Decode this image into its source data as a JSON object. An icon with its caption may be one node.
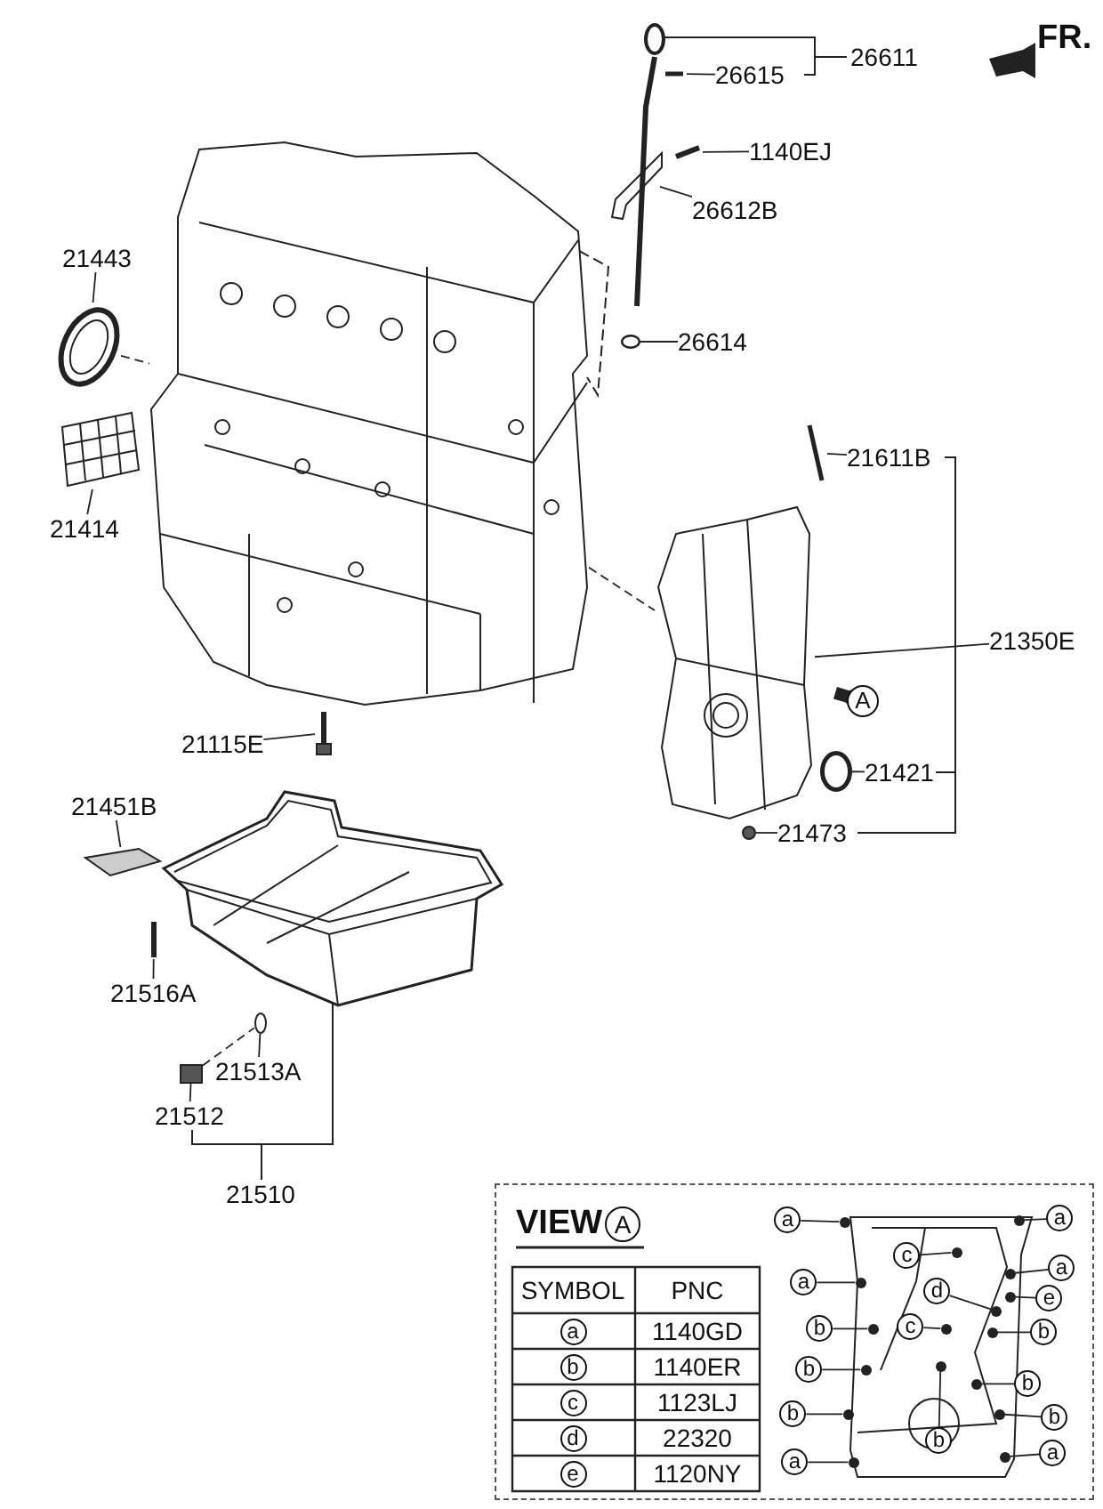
{
  "diagram": {
    "nodes": [
      {
        "text": [
          "26611"
        ]
      },
      {
        "text": [
          "26615"
        ]
      },
      {
        "text": [
          "1140EJ"
        ]
      },
      {
        "text": [
          "26612B"
        ]
      },
      {
        "text": [
          "26614"
        ]
      },
      {
        "text": [
          "21443"
        ]
      },
      {
        "text": [
          "21414"
        ]
      },
      {
        "text": [
          "21115E"
        ]
      },
      {
        "text": [
          "21611B"
        ]
      },
      {
        "text": [
          "21350E"
        ]
      },
      {
        "text": [
          "21421"
        ]
      },
      {
        "text": [
          "21473"
        ]
      },
      {
        "text": [
          "21451B"
        ]
      },
      {
        "text": [
          "21516A"
        ]
      },
      {
        "text": [
          "21513A"
        ]
      },
      {
        "text": [
          "21512"
        ]
      },
      {
        "text": [
          "21510"
        ]
      },
      {
        "text": [
          "VIEW",
          "A"
        ]
      },
      {
        "text": [
          "a"
        ],
        "in": 17
      },
      {
        "text": [
          "a"
        ],
        "in": 17
      },
      {
        "text": [
          "c"
        ],
        "in": 17
      },
      {
        "text": [
          "a"
        ],
        "in": 17
      },
      {
        "text": [
          "a"
        ],
        "in": 17
      },
      {
        "text": [
          "d"
        ],
        "in": 17
      },
      {
        "text": [
          "e"
        ],
        "in": 17
      },
      {
        "text": [
          "b"
        ],
        "in": 17
      },
      {
        "text": [
          "c"
        ],
        "in": 17
      },
      {
        "text": [
          "b"
        ],
        "in": 17
      },
      {
        "text": [
          "b"
        ],
        "in": 17
      },
      {
        "text": [
          "b"
        ],
        "in": 17
      },
      {
        "text": [
          "b"
        ],
        "in": 17
      },
      {
        "text": [
          "b"
        ],
        "in": 17
      },
      {
        "text": [
          "b"
        ],
        "in": 17
      },
      {
        "text": [
          "a"
        ],
        "in": 17
      },
      {
        "text": [
          "a"
        ],
        "in": 17
      },
      {
        "text": [],
        "shape": "picture"
      },
      {
        "text": [],
        "shape": "picture"
      },
      {
        "text": [],
        "shape": "picture"
      },
      {
        "text": [],
        "shape": "circle"
      },
      {
        "text": [],
        "shape": "picture"
      },
      {
        "text": [],
        "shape": "picture"
      },
      {
        "text": [],
        "shape": "picture"
      },
      {
        "text": [],
        "shape": "picture"
      },
      {
        "text": [],
        "shape": "picture"
      },
      {
        "text": [],
        "shape": "circle"
      },
      {
        "text": [],
        "shape": "circle"
      },
      {
        "text": [],
        "shape": "picture"
      },
      {
        "text": [],
        "shape": "picture"
      },
      {
        "text": [],
        "shape": "circle"
      },
      {
        "text": [],
        "shape": "box"
      },
      {
        "text": [],
        "shape": "circle",
        "in": 17
      },
      {
        "text": [],
        "shape": "circle",
        "in": 17
      },
      {
        "text": [],
        "shape": "circle",
        "in": 17
      },
      {
        "text": [],
        "shape": "circle",
        "in": 17
      },
      {
        "text": [],
        "shape": "circle",
        "in": 17
      },
      {
        "text": [],
        "shape": "circle",
        "in": 17
      },
      {
        "text": [],
        "shape": "circle",
        "in": 17
      },
      {
        "text": [],
        "shape": "circle",
        "in": 17
      },
      {
        "text": [],
        "shape": "circle",
        "in": 17
      },
      {
        "text": [],
        "shape": "circle",
        "in": 17
      },
      {
        "text": [],
        "shape": "circle",
        "in": 17
      },
      {
        "text": [],
        "shape": "circle",
        "in": 17
      },
      {
        "text": [],
        "shape": "circle",
        "in": 17
      },
      {
        "text": [],
        "shape": "circle",
        "in": 17
      },
      {
        "text": [],
        "shape": "circle",
        "in": 17
      },
      {
        "text": [],
        "shape": "circle",
        "in": 17
      },
      {
        "text": [],
        "shape": "circle",
        "in": 17
      },
      {
        "text": [
          "A"
        ]
      },
      {
        "text": [],
        "shape": "picture"
      },
      {
        "text": [],
        "shape": "picture"
      }
    ],
    "edges": [
      {
        "from": 1,
        "to": 35,
        "arrow": "none"
      },
      {
        "from": 2,
        "to": 36,
        "arrow": "none"
      },
      {
        "from": 3,
        "to": 37,
        "arrow": "none"
      },
      {
        "from": 4,
        "to": 38,
        "arrow": "none"
      },
      {
        "from": 5,
        "to": 39,
        "arrow": "none"
      },
      {
        "from": 6,
        "to": 40,
        "arrow": "none"
      },
      {
        "from": 7,
        "to": 41,
        "arrow": "none"
      },
      {
        "from": 8,
        "to": 42,
        "arrow": "none"
      },
      {
        "from": 9,
        "to": 43,
        "arrow": "none"
      },
      {
        "from": 10,
        "to": 44,
        "arrow": "none"
      },
      {
        "from": 11,
        "to": 45,
        "arrow": "none"
      },
      {
        "from": 12,
        "to": 46,
        "arrow": "none"
      },
      {
        "from": 13,
        "to": 47,
        "arrow": "none"
      },
      {
        "from": 14,
        "to": 48,
        "arrow": "none"
      },
      {
        "from": 15,
        "to": 49,
        "arrow": "none"
      },
      {
        "from": 18,
        "to": 50,
        "arrow": "none"
      },
      {
        "from": 19,
        "to": 51,
        "arrow": "none"
      },
      {
        "from": 20,
        "to": 52,
        "arrow": "none"
      },
      {
        "from": 21,
        "to": 53,
        "arrow": "none"
      },
      {
        "from": 22,
        "to": 54,
        "arrow": "none"
      },
      {
        "from": 23,
        "to": 55,
        "arrow": "none"
      },
      {
        "from": 24,
        "to": 56,
        "arrow": "none"
      },
      {
        "from": 25,
        "to": 57,
        "arrow": "none"
      },
      {
        "from": 26,
        "to": 58,
        "arrow": "none"
      },
      {
        "from": 27,
        "to": 59,
        "arrow": "none"
      },
      {
        "from": 28,
        "to": 60,
        "arrow": "none"
      },
      {
        "from": 29,
        "to": 61,
        "arrow": "none"
      },
      {
        "from": 30,
        "to": 62,
        "arrow": "none"
      },
      {
        "from": 31,
        "to": 63,
        "arrow": "none"
      },
      {
        "from": 32,
        "to": 64,
        "arrow": "none"
      },
      {
        "from": 33,
        "to": 65,
        "arrow": "none"
      },
      {
        "from": 34,
        "to": 66,
        "arrow": "none"
      },
      {
        "from": 67,
        "to": 43,
        "arrow": "to",
        "style": "thick"
      },
      {
        "from": 49,
        "to": 48,
        "arrow": "none",
        "style": "dashed"
      },
      {
        "from": 39,
        "to": 69,
        "arrow": "none",
        "style": "dashed"
      },
      {
        "from": 69,
        "to": 43,
        "arrow": "none",
        "style": "dashed"
      }
    ],
    "labels": [
      "FR.",
      "SYMBOL",
      "PNC",
      "a",
      "1140GD",
      "b",
      "1140ER",
      "c",
      "1123LJ",
      "d",
      "22320",
      "e",
      "1120NY"
    ]
  }
}
